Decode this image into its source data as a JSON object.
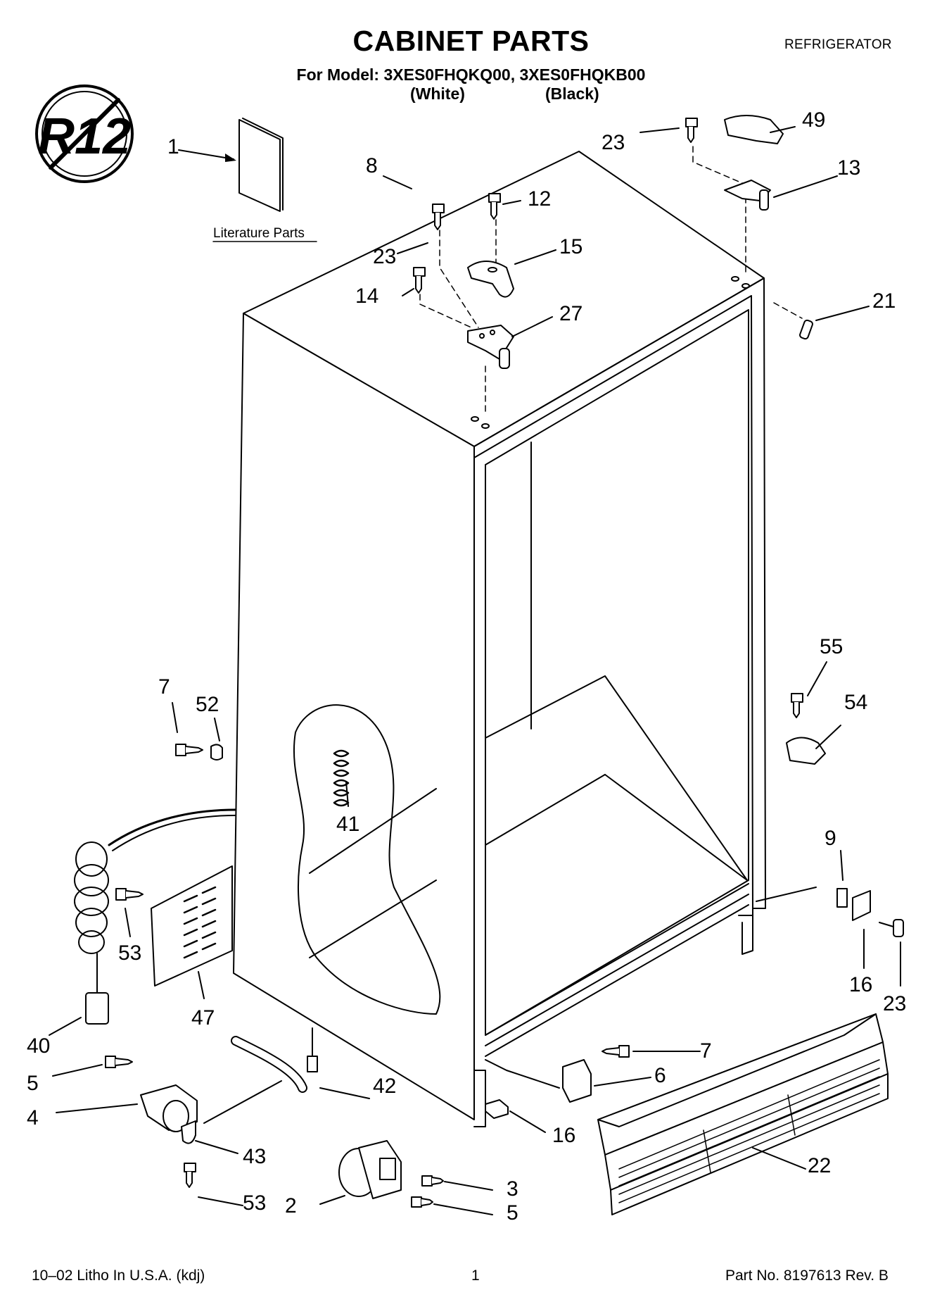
{
  "header": {
    "title": "CABINET PARTS",
    "appliance": "REFRIGERATOR",
    "model_line": "For Model: 3XES0FHQKQ00, 3XES0FHQKB00",
    "variant_white": "(White)",
    "variant_black": "(Black)"
  },
  "badge": {
    "text": "R12",
    "icon": "no-r12-refrigerant-icon"
  },
  "literature_label": "Literature Parts",
  "callouts": [
    "1",
    "8",
    "12",
    "15",
    "23",
    "14",
    "27",
    "23",
    "49",
    "13",
    "21",
    "55",
    "54",
    "7",
    "52",
    "41",
    "9",
    "16",
    "23",
    "53",
    "47",
    "40",
    "5",
    "4",
    "42",
    "43",
    "53",
    "2",
    "3",
    "5",
    "7",
    "6",
    "16",
    "22"
  ],
  "footer": {
    "left": "10–02 Litho In U.S.A. (kdj)",
    "center": "1",
    "right": "Part No. 8197613 Rev. B"
  }
}
